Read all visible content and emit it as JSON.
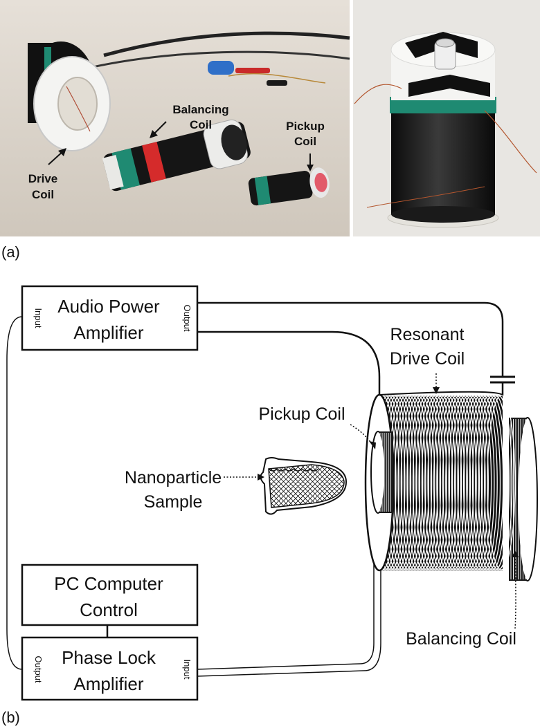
{
  "panel_a": {
    "label": "(a)",
    "callouts": {
      "balancing_line1": "Balancing",
      "balancing_line2": "Coil",
      "pickup_line1": "Pickup",
      "pickup_line2": "Coil",
      "drive_line1": "Drive",
      "drive_line2": "Coil"
    }
  },
  "panel_b": {
    "label": "(b)",
    "audio_amp": {
      "line1": "Audio Power",
      "line2": "Amplifier",
      "input": "Input",
      "output": "Output"
    },
    "pc_control": {
      "line1": "PC Computer",
      "line2": "Control"
    },
    "phase_lock": {
      "line1": "Phase Lock",
      "line2": "Amplifier",
      "input": "Input",
      "output": "Output"
    },
    "labels": {
      "resonant_line1": "Resonant",
      "resonant_line2": "Drive Coil",
      "pickup_coil": "Pickup Coil",
      "sample_line1": "Nanoparticle",
      "sample_line2": "Sample",
      "balancing_coil": "Balancing Coil"
    }
  },
  "colors": {
    "photo_background": "#d9d2c8",
    "coil_black": "#1a1a1a",
    "tape_green": "#1f8a72",
    "copper_red": "#d52b2b",
    "white_former": "#f4f4f2"
  }
}
